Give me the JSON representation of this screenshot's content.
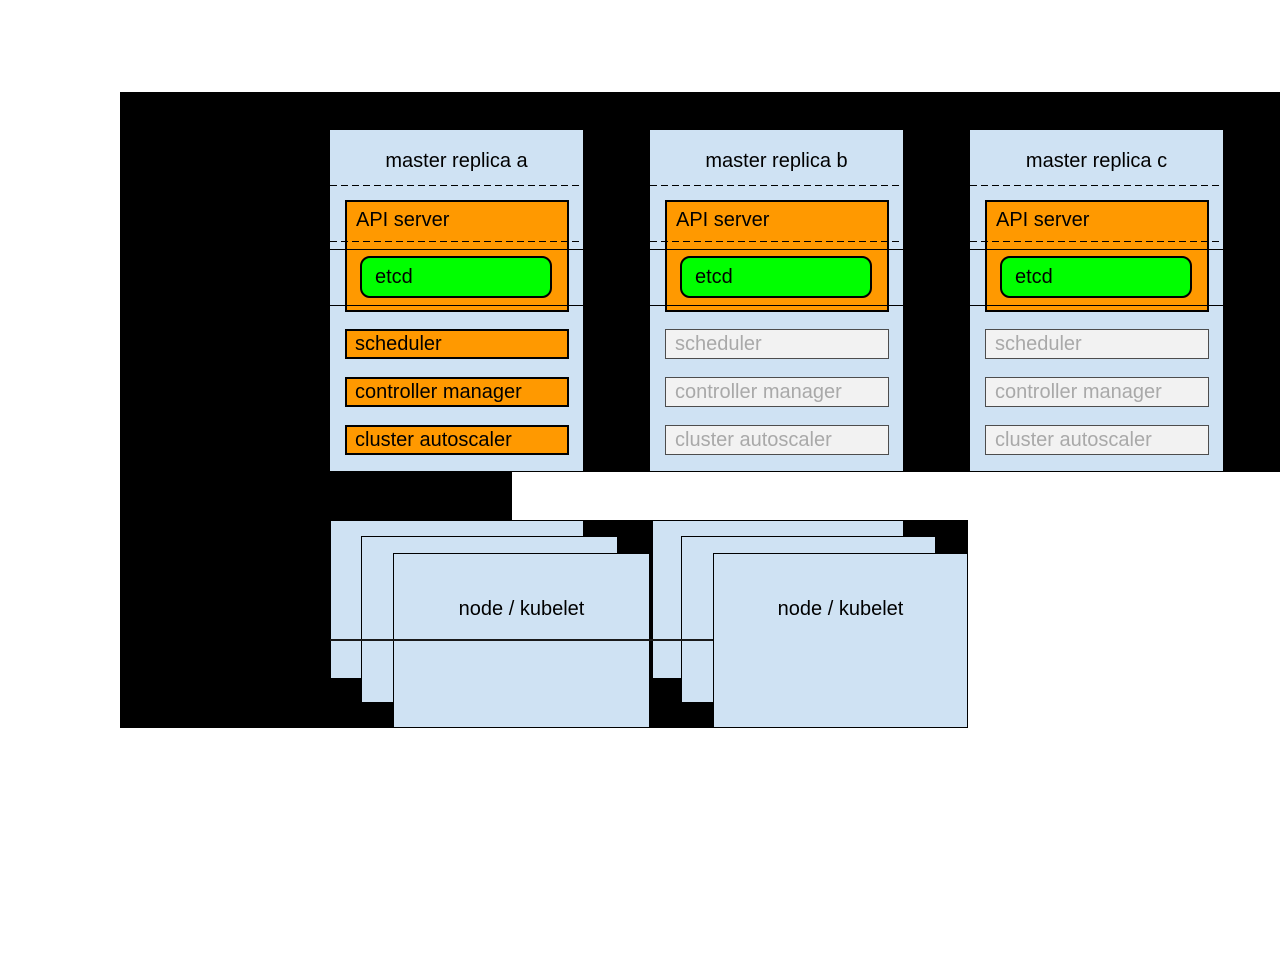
{
  "diagram": {
    "title_hint": "Kubernetes HA master replicas diagram",
    "colors": {
      "background": "#ffffff",
      "panel": "#000000",
      "box_blue": "#cfe2f3",
      "active_orange": "#ff9900",
      "etcd_green": "#00ff00",
      "dimmed_fill": "#f2f2f2",
      "dimmed_border": "#4d4d4d",
      "dimmed_text": "#a9a9a9"
    }
  },
  "masters": [
    {
      "title": "master replica a",
      "api_server": "API server",
      "etcd": "etcd",
      "scheduler": "scheduler",
      "controller_manager": "controller manager",
      "cluster_autoscaler": "cluster autoscaler",
      "secondary_components_dimmed": false
    },
    {
      "title": "master replica b",
      "api_server": "API server",
      "etcd": "etcd",
      "scheduler": "scheduler",
      "controller_manager": "controller manager",
      "cluster_autoscaler": "cluster autoscaler",
      "secondary_components_dimmed": true
    },
    {
      "title": "master replica c",
      "api_server": "API server",
      "etcd": "etcd",
      "scheduler": "scheduler",
      "controller_manager": "controller manager",
      "cluster_autoscaler": "cluster autoscaler",
      "secondary_components_dimmed": true
    }
  ],
  "nodes": [
    {
      "label": "node / kubelet"
    },
    {
      "label": "node / kubelet"
    }
  ]
}
